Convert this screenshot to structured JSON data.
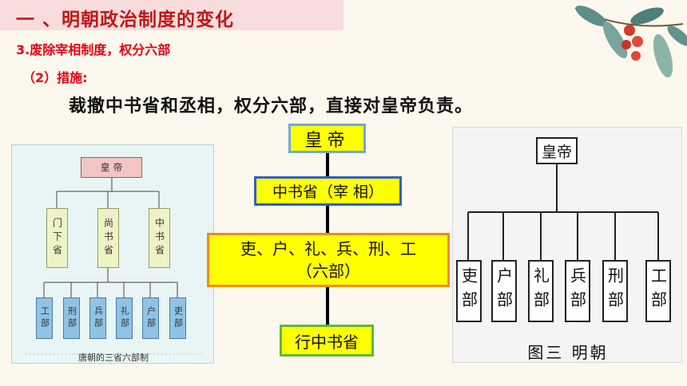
{
  "header": {
    "title": "一 、明朝政治制度的变化",
    "subtitle": "3.废除宰相制度，权分六部",
    "measure_label": "（2）措施:",
    "statement": "裁撤中书省和丞相，权分六部，直接对皇帝负责。"
  },
  "tang_diagram": {
    "emperor": "皇 帝",
    "provinces": [
      "门下省",
      "尚书省",
      "中书省"
    ],
    "ministries": [
      "工部",
      "刑部",
      "兵部",
      "礼部",
      "户部",
      "吏部"
    ],
    "caption": "唐朝的三省六部制"
  },
  "center_diagram": {
    "emperor": "皇帝",
    "zhongshu": "中书省（宰 相）",
    "six_ministries_line1": "吏、户、礼、兵、刑、工",
    "six_ministries_line2": "（六部）",
    "xingzhongshu": "行中书省"
  },
  "ming_diagram": {
    "emperor": "皇帝",
    "ministries": [
      "吏部",
      "户部",
      "礼部",
      "兵部",
      "刑部",
      "工部"
    ],
    "caption": "图三 明朝"
  },
  "colors": {
    "title_red": "#c0171a",
    "subtitle_red": "#e60012",
    "highlight_yellow": "#ffff00",
    "tang_ministry_blue": "#8fc3e6"
  },
  "icons": [
    "leaf-branch-decoration",
    "red-berries-decoration"
  ]
}
